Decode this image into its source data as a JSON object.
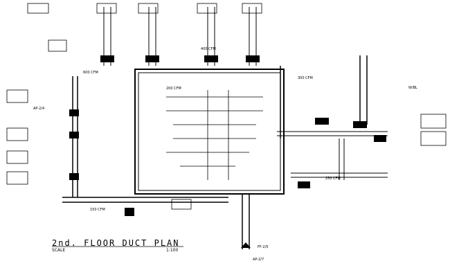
{
  "plan": {
    "title": "2nd.  FLOOR  DUCT  PLAN",
    "scale_label": "SCALE",
    "scale_value": "1:100"
  },
  "tags": {
    "ap_left": "AP-2/4",
    "ff_right": "FF-2/5",
    "ap_bottom": "AP-2/7",
    "w_bl": "W/BL"
  },
  "airflow_labels": [
    "600 CFM",
    "400 CFM",
    "300 CFM",
    "200 CFM",
    "250 CFM",
    "150 CFM"
  ],
  "colors": {
    "line": "#000000",
    "background": "#ffffff"
  }
}
